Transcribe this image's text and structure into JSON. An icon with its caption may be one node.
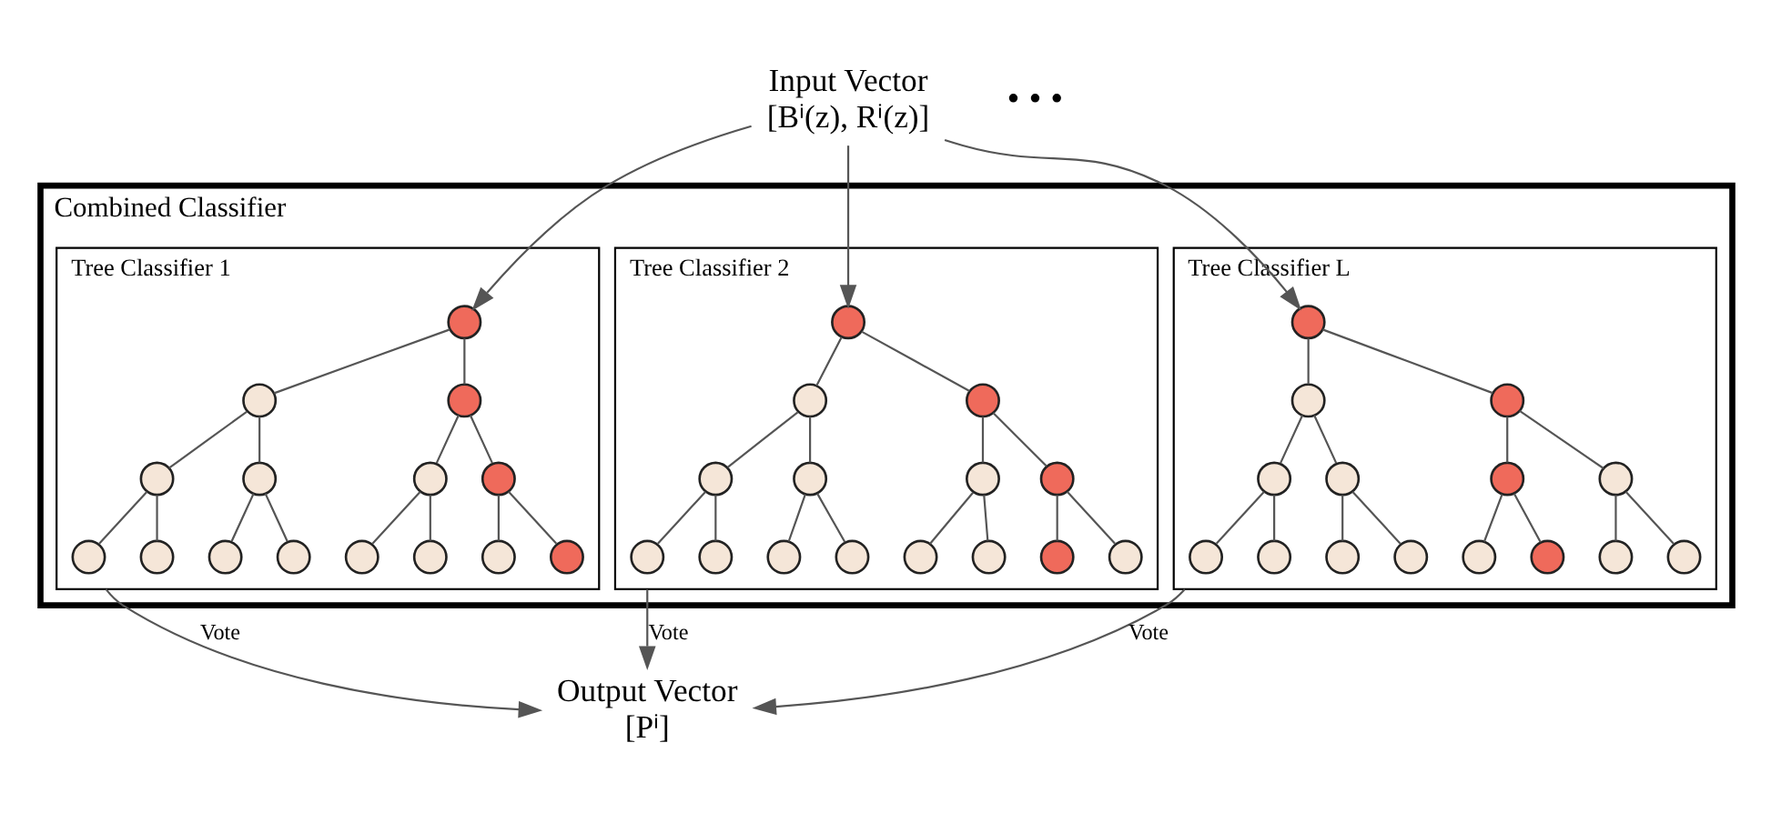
{
  "diagram": {
    "nodes": [
      {
        "text": [
          "Input Vector",
          "[Bⁱ(z), Rⁱ(z)]"
        ]
      },
      {
        "text": [
          "Combined Classifier"
        ]
      },
      {
        "text": [
          "Tree Classifier 1"
        ],
        "in": 1
      },
      {
        "text": [],
        "shape": "circle",
        "in": 2
      },
      {
        "text": [],
        "shape": "circle",
        "in": 2
      },
      {
        "text": [],
        "shape": "circle",
        "in": 2
      },
      {
        "text": [],
        "shape": "circle",
        "in": 2
      },
      {
        "text": [],
        "shape": "circle",
        "in": 2
      },
      {
        "text": [],
        "shape": "circle",
        "in": 2
      },
      {
        "text": [],
        "shape": "circle",
        "in": 2
      },
      {
        "text": [],
        "shape": "circle",
        "in": 2
      },
      {
        "text": [],
        "shape": "circle",
        "in": 2
      },
      {
        "text": [],
        "shape": "circle",
        "in": 2
      },
      {
        "text": [],
        "shape": "circle",
        "in": 2
      },
      {
        "text": [],
        "shape": "circle",
        "in": 2
      },
      {
        "text": [],
        "shape": "circle",
        "in": 2
      },
      {
        "text": [],
        "shape": "circle",
        "in": 2
      },
      {
        "text": [],
        "shape": "circle",
        "in": 2
      },
      {
        "text": [
          "Tree Classifier 2"
        ],
        "in": 1
      },
      {
        "text": [],
        "shape": "circle",
        "in": 18
      },
      {
        "text": [],
        "shape": "circle",
        "in": 18
      },
      {
        "text": [],
        "shape": "circle",
        "in": 18
      },
      {
        "text": [],
        "shape": "circle",
        "in": 18
      },
      {
        "text": [],
        "shape": "circle",
        "in": 18
      },
      {
        "text": [],
        "shape": "circle",
        "in": 18
      },
      {
        "text": [],
        "shape": "circle",
        "in": 18
      },
      {
        "text": [],
        "shape": "circle",
        "in": 18
      },
      {
        "text": [],
        "shape": "circle",
        "in": 18
      },
      {
        "text": [],
        "shape": "circle",
        "in": 18
      },
      {
        "text": [],
        "shape": "circle",
        "in": 18
      },
      {
        "text": [],
        "shape": "circle",
        "in": 18
      },
      {
        "text": [],
        "shape": "circle",
        "in": 18
      },
      {
        "text": [],
        "shape": "circle",
        "in": 18
      },
      {
        "text": [],
        "shape": "circle",
        "in": 18
      },
      {
        "text": [
          "Tree Classifier L"
        ],
        "in": 1
      },
      {
        "text": [],
        "shape": "circle",
        "in": 34
      },
      {
        "text": [],
        "shape": "circle",
        "in": 34
      },
      {
        "text": [],
        "shape": "circle",
        "in": 34
      },
      {
        "text": [],
        "shape": "circle",
        "in": 34
      },
      {
        "text": [],
        "shape": "circle",
        "in": 34
      },
      {
        "text": [],
        "shape": "circle",
        "in": 34
      },
      {
        "text": [],
        "shape": "circle",
        "in": 34
      },
      {
        "text": [],
        "shape": "circle",
        "in": 34
      },
      {
        "text": [],
        "shape": "circle",
        "in": 34
      },
      {
        "text": [],
        "shape": "circle",
        "in": 34
      },
      {
        "text": [],
        "shape": "circle",
        "in": 34
      },
      {
        "text": [],
        "shape": "circle",
        "in": 34
      },
      {
        "text": [],
        "shape": "circle",
        "in": 34
      },
      {
        "text": [],
        "shape": "circle",
        "in": 34
      },
      {
        "text": [],
        "shape": "circle",
        "in": 34
      },
      {
        "text": [
          "Output Vector",
          "[Pⁱ]"
        ]
      }
    ],
    "edges": [
      {
        "from": 0,
        "to": 3,
        "arrow": "to"
      },
      {
        "from": 0,
        "to": 19,
        "arrow": "to"
      },
      {
        "from": 0,
        "to": 35,
        "arrow": "to"
      },
      {
        "from": 3,
        "to": 4,
        "arrow": "none"
      },
      {
        "from": 3,
        "to": 5,
        "arrow": "none"
      },
      {
        "from": 4,
        "to": 6,
        "arrow": "none"
      },
      {
        "from": 4,
        "to": 7,
        "arrow": "none"
      },
      {
        "from": 5,
        "to": 8,
        "arrow": "none"
      },
      {
        "from": 5,
        "to": 9,
        "arrow": "none"
      },
      {
        "from": 6,
        "to": 10,
        "arrow": "none"
      },
      {
        "from": 6,
        "to": 11,
        "arrow": "none"
      },
      {
        "from": 7,
        "to": 12,
        "arrow": "none"
      },
      {
        "from": 7,
        "to": 13,
        "arrow": "none"
      },
      {
        "from": 8,
        "to": 14,
        "arrow": "none"
      },
      {
        "from": 8,
        "to": 15,
        "arrow": "none"
      },
      {
        "from": 9,
        "to": 16,
        "arrow": "none"
      },
      {
        "from": 9,
        "to": 17,
        "arrow": "none"
      },
      {
        "from": 19,
        "to": 20,
        "arrow": "none"
      },
      {
        "from": 19,
        "to": 21,
        "arrow": "none"
      },
      {
        "from": 20,
        "to": 22,
        "arrow": "none"
      },
      {
        "from": 20,
        "to": 23,
        "arrow": "none"
      },
      {
        "from": 21,
        "to": 24,
        "arrow": "none"
      },
      {
        "from": 21,
        "to": 25,
        "arrow": "none"
      },
      {
        "from": 22,
        "to": 26,
        "arrow": "none"
      },
      {
        "from": 22,
        "to": 27,
        "arrow": "none"
      },
      {
        "from": 23,
        "to": 28,
        "arrow": "none"
      },
      {
        "from": 23,
        "to": 29,
        "arrow": "none"
      },
      {
        "from": 24,
        "to": 30,
        "arrow": "none"
      },
      {
        "from": 24,
        "to": 31,
        "arrow": "none"
      },
      {
        "from": 25,
        "to": 32,
        "arrow": "none"
      },
      {
        "from": 25,
        "to": 33,
        "arrow": "none"
      },
      {
        "from": 35,
        "to": 36,
        "arrow": "none"
      },
      {
        "from": 35,
        "to": 37,
        "arrow": "none"
      },
      {
        "from": 36,
        "to": 38,
        "arrow": "none"
      },
      {
        "from": 36,
        "to": 39,
        "arrow": "none"
      },
      {
        "from": 37,
        "to": 40,
        "arrow": "none"
      },
      {
        "from": 37,
        "to": 41,
        "arrow": "none"
      },
      {
        "from": 38,
        "to": 42,
        "arrow": "none"
      },
      {
        "from": 38,
        "to": 43,
        "arrow": "none"
      },
      {
        "from": 39,
        "to": 44,
        "arrow": "none"
      },
      {
        "from": 39,
        "to": 45,
        "arrow": "none"
      },
      {
        "from": 40,
        "to": 46,
        "arrow": "none"
      },
      {
        "from": 40,
        "to": 47,
        "arrow": "none"
      },
      {
        "from": 41,
        "to": 48,
        "arrow": "none"
      },
      {
        "from": 41,
        "to": 49,
        "arrow": "none"
      },
      {
        "from": 2,
        "to": 50,
        "label": "Vote",
        "arrow": "to"
      },
      {
        "from": 18,
        "to": 50,
        "label": "Vote",
        "arrow": "to"
      },
      {
        "from": 34,
        "to": 50,
        "label": "Vote",
        "arrow": "to"
      }
    ],
    "labels": [
      "• • •"
    ]
  }
}
